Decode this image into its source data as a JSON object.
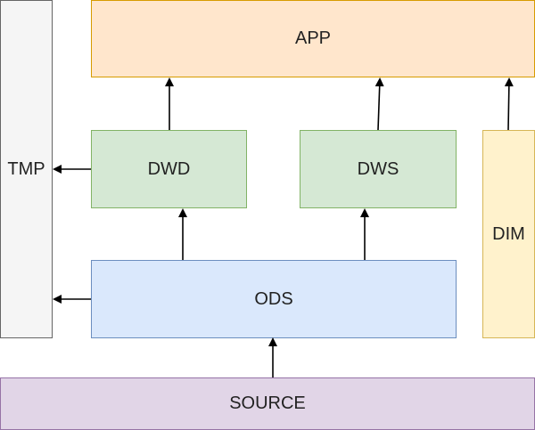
{
  "nodes": {
    "app": {
      "label": "APP",
      "fill": "#FFE6CC",
      "stroke": "#D79B00"
    },
    "tmp": {
      "label": "TMP",
      "fill": "#F5F5F5",
      "stroke": "#666666"
    },
    "dwd": {
      "label": "DWD",
      "fill": "#D5E8D4",
      "stroke": "#82B366"
    },
    "dws": {
      "label": "DWS",
      "fill": "#D5E8D4",
      "stroke": "#82B366"
    },
    "dim": {
      "label": "DIM",
      "fill": "#FFF2CC",
      "stroke": "#D6B656"
    },
    "ods": {
      "label": "ODS",
      "fill": "#DAE8FC",
      "stroke": "#6C8EBF"
    },
    "source": {
      "label": "SOURCE",
      "fill": "#E1D5E7",
      "stroke": "#9673A6"
    }
  },
  "edges": [
    {
      "from": "source",
      "to": "ods"
    },
    {
      "from": "ods",
      "to": "dwd"
    },
    {
      "from": "ods",
      "to": "dws"
    },
    {
      "from": "ods",
      "to": "tmp"
    },
    {
      "from": "dwd",
      "to": "tmp"
    },
    {
      "from": "dwd",
      "to": "app"
    },
    {
      "from": "dws",
      "to": "app"
    },
    {
      "from": "dim",
      "to": "app"
    }
  ],
  "edge_color": "#000000"
}
